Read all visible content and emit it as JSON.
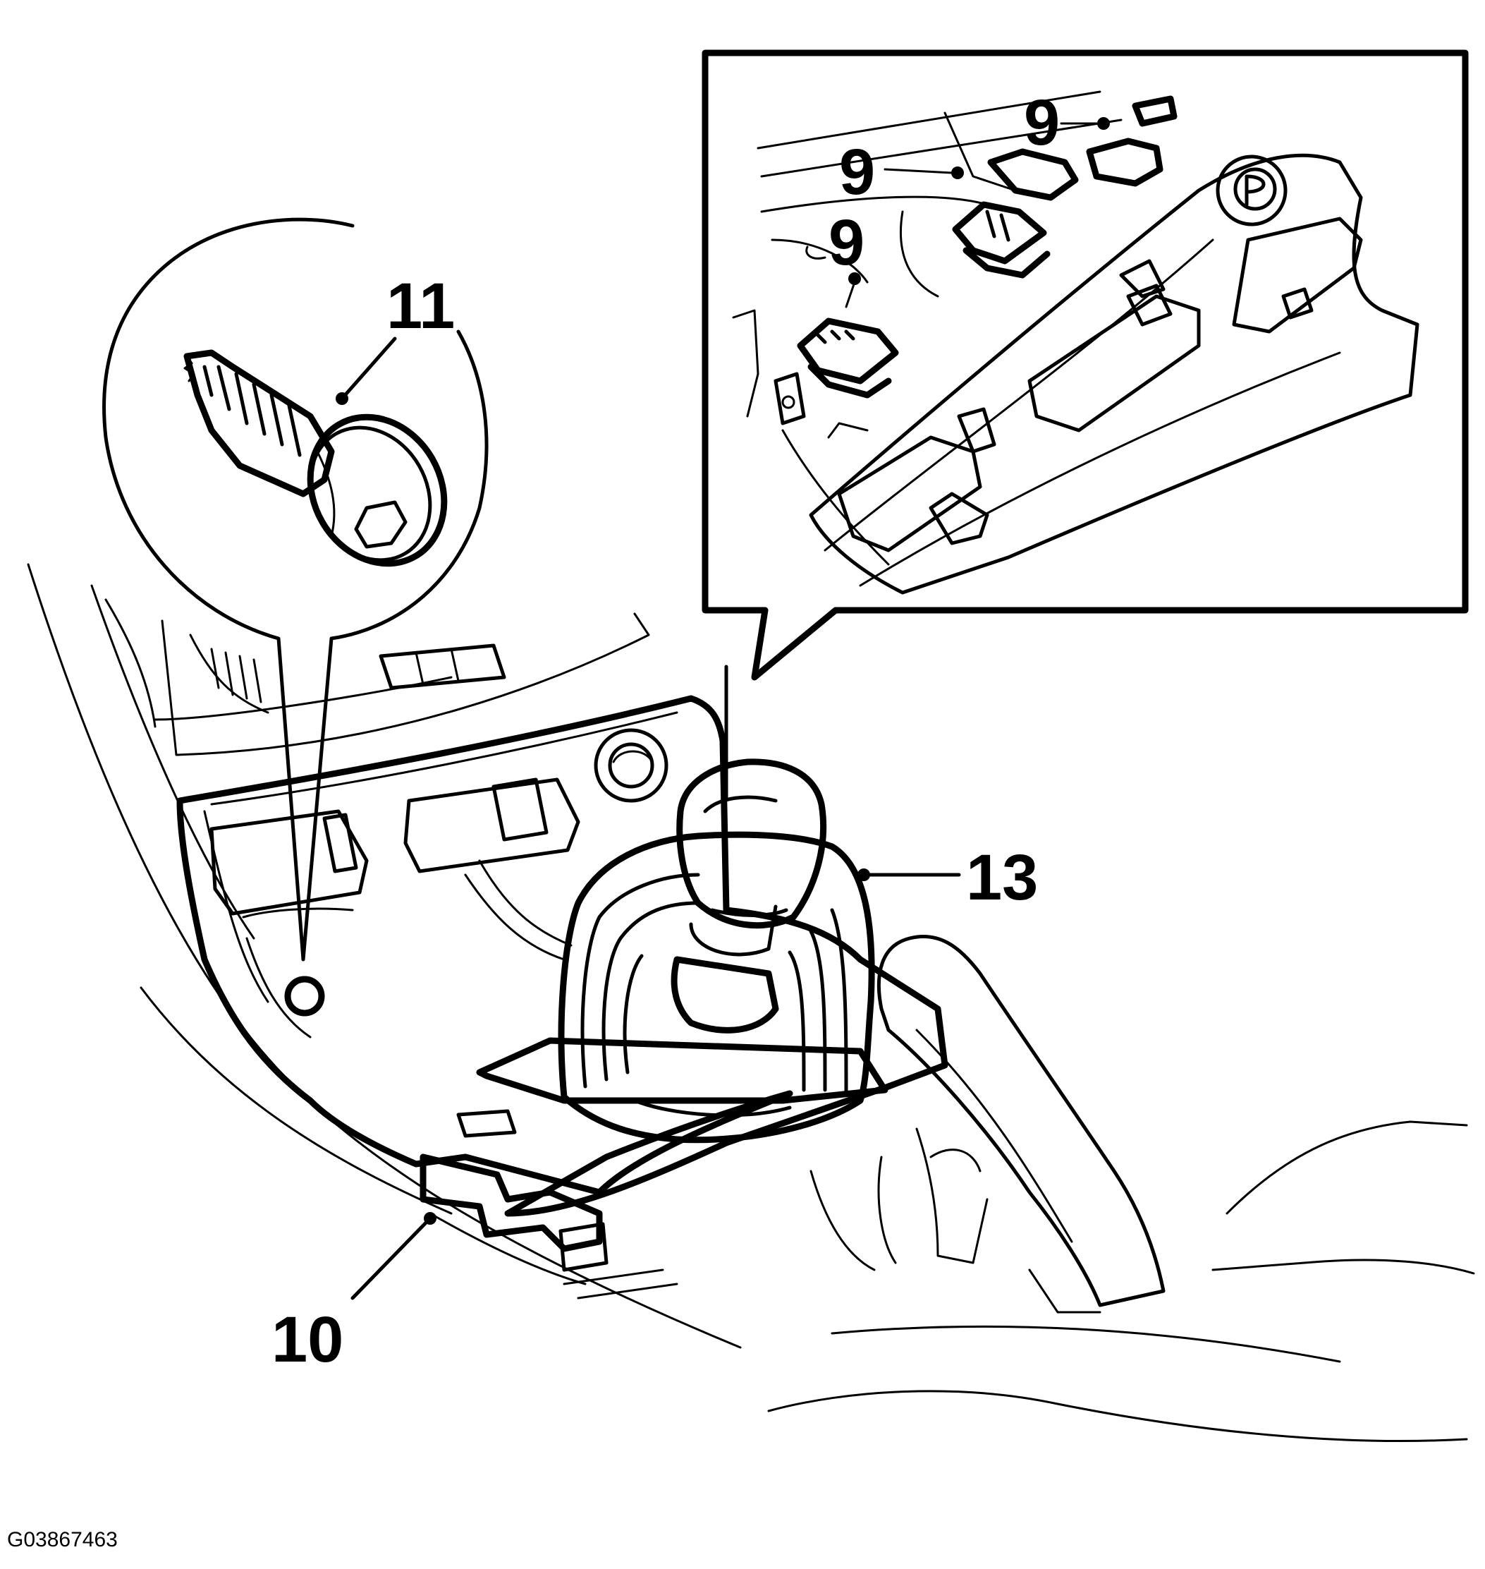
{
  "callouts": [
    {
      "id": "label-11",
      "text": "11"
    },
    {
      "id": "label-9a",
      "text": "9"
    },
    {
      "id": "label-9b",
      "text": "9"
    },
    {
      "id": "label-9c",
      "text": "9"
    },
    {
      "id": "label-13",
      "text": "13"
    },
    {
      "id": "label-10",
      "text": "10"
    }
  ],
  "figure_id": "G03867463"
}
